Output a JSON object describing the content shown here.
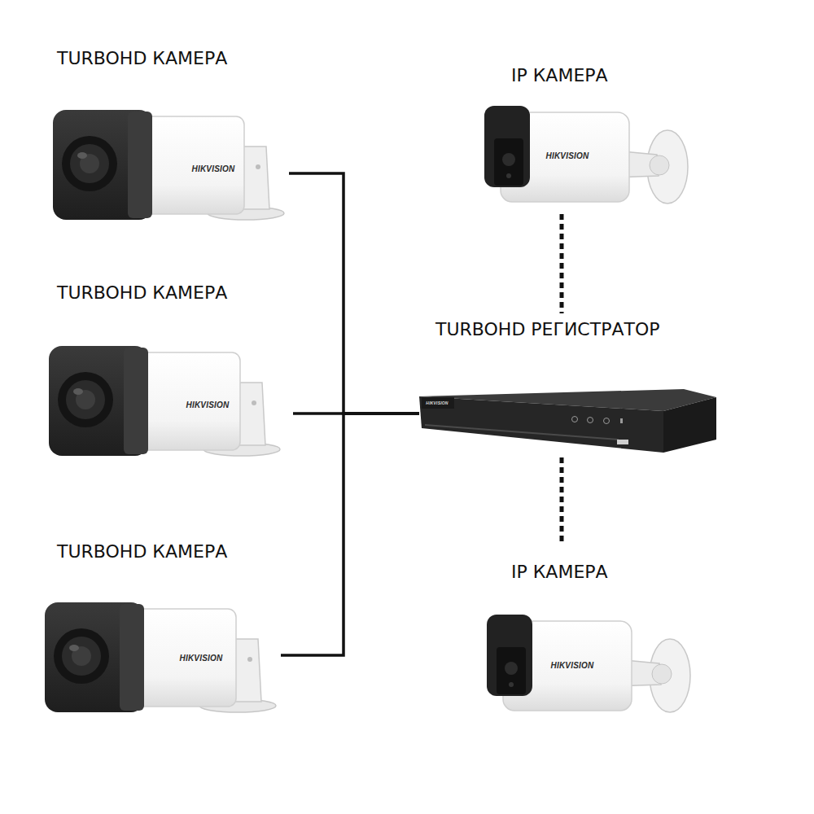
{
  "diagram": {
    "nodes": [
      {
        "text": [
          "TURBOHD КАМЕРА"
        ]
      },
      {
        "text": [
          "IP КАМЕРА"
        ]
      },
      {
        "text": [
          "TURBOHD КАМЕРА"
        ]
      },
      {
        "text": [
          "TURBOHD РЕГИСТРАТОР"
        ]
      },
      {
        "text": [
          "TURBOHD КАМЕРА"
        ]
      },
      {
        "text": [
          "IP КАМЕРА"
        ]
      }
    ],
    "edges": [
      {
        "from": 0,
        "to": 3,
        "arrow": "none"
      },
      {
        "from": 1,
        "to": 3,
        "arrow": "none"
      },
      {
        "from": 2,
        "to": 3,
        "arrow": "none"
      },
      {
        "from": 4,
        "to": 3,
        "arrow": "none"
      },
      {
        "from": 5,
        "to": 3,
        "arrow": "none"
      }
    ],
    "labels": [
      "HIKVISION",
      "HIKVISION",
      "HIKVISION",
      "HIKVISION",
      "HIKVISION",
      "HIKVISION"
    ]
  }
}
